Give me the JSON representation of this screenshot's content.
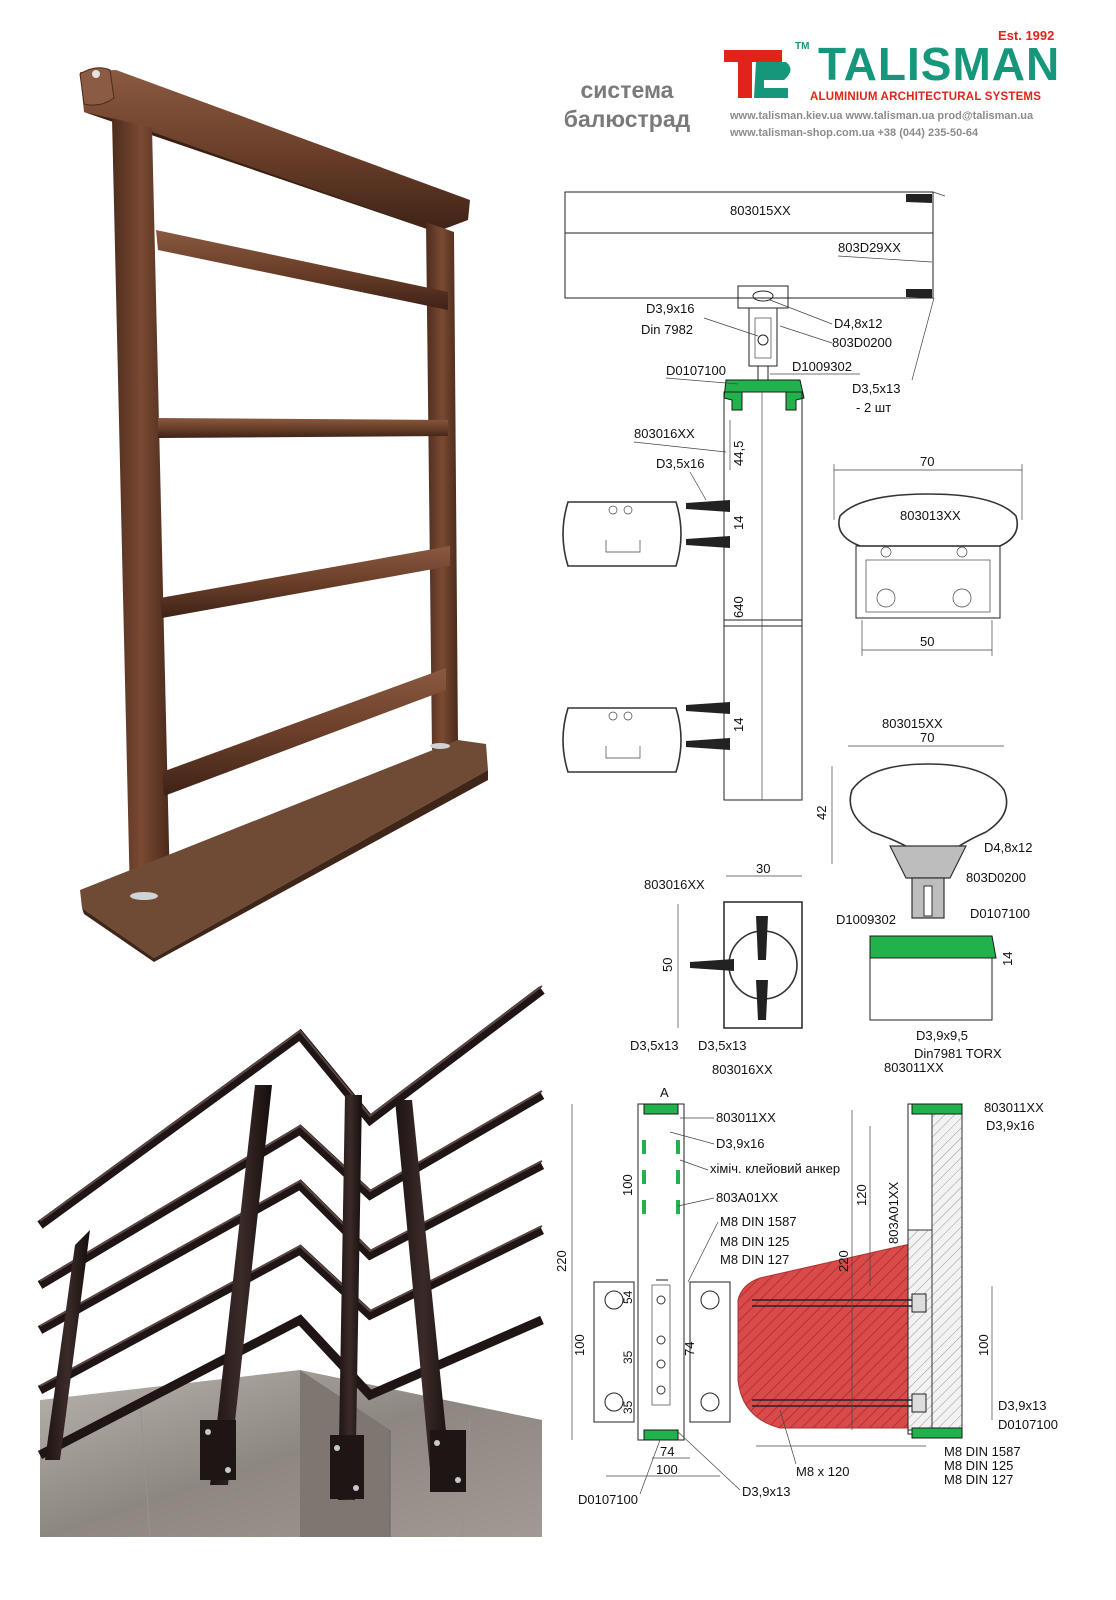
{
  "header": {
    "title_line1": "система",
    "title_line2": "балюстрад",
    "est": "Est. 1992",
    "brand": "TALISMAN",
    "tm": "TM",
    "tagline": "ALUMINIUM ARCHITECTURAL SYSTEMS",
    "web_line1": "www.talisman.kiev.ua  www.talisman.ua  prod@talisman.ua",
    "web_line2": "www.talisman-shop.com.ua       +38 (044) 235-50-64"
  },
  "labels": {
    "top_rail": "803015XX",
    "top_cover": "803D29XX",
    "screw_a": "D3,9x16",
    "screw_a_din": "Din 7982",
    "screw_b": "D4,8x12",
    "adapter": "803D0200",
    "cap_left": "D0107100",
    "cap_right": "D1009302",
    "screw_c": "D3,5x13",
    "screw_c_qty": "- 2 шт",
    "post": "803016XX",
    "screw_d": "D3,5x16",
    "dim_44_5": "44,5",
    "dim_14a": "14",
    "dim_640": "640",
    "dim_14b": "14",
    "rail_70_a": "70",
    "rail_803013": "803013XX",
    "rail_50": "50",
    "sec2_rail": "803015XX",
    "sec2_70": "70",
    "sec2_42": "42",
    "sec2_screw": "D4,8x12",
    "sec2_adapter": "803D0200",
    "sec2_cap_l": "D1009302",
    "sec2_cap_r": "D0107100",
    "sec2_14": "14",
    "sec2_screw2": "D3,9x9,5",
    "sec2_din": "Din7981 TORX",
    "sec2_base": "803011XX",
    "post_sec_name": "803016XX",
    "post_sec_30": "30",
    "post_sec_50": "50",
    "post_sec_s1": "D3,5x13",
    "post_sec_s2": "D3,5x13",
    "post_sec_name2": "803016XX",
    "base_a": "A",
    "base_803011": "803011XX",
    "base_screw": "D3,9x16",
    "base_anchor": "хіміч. клейовий анкер",
    "base_803A01": "803A01XX",
    "base_m8_1587": "M8 DIN 1587",
    "base_m8_125": "M8 DIN 125",
    "base_m8_127": "M8 DIN 127",
    "base_220": "220",
    "base_100v": "100",
    "base_54": "54",
    "base_35a": "35",
    "base_35b": "35",
    "base_100l": "100",
    "base_74v": "74",
    "base_74h": "74",
    "base_100h": "100",
    "base_cap": "D0107100",
    "base_screw2": "D3,9x13",
    "wall_803011": "803011XX",
    "wall_screw": "D3,9x16",
    "wall_120": "120",
    "wall_803A01": "803A01XX",
    "wall_220": "220",
    "wall_100": "100",
    "wall_screw2": "D3,9x13",
    "wall_cap": "D0107100",
    "wall_m8_1587": "M8 DIN 1587",
    "wall_m8_125": "M8 DIN 125",
    "wall_m8_127": "M8 DIN 127",
    "wall_m8x120": "M8 x 120"
  },
  "colors": {
    "brand_green": "#16977b",
    "brand_red": "#e2231a",
    "cap_green": "#22b24c",
    "wood": "#6b3f2a",
    "metal_dark": "#2a1e1c",
    "concrete_red": "#d94a4a"
  }
}
